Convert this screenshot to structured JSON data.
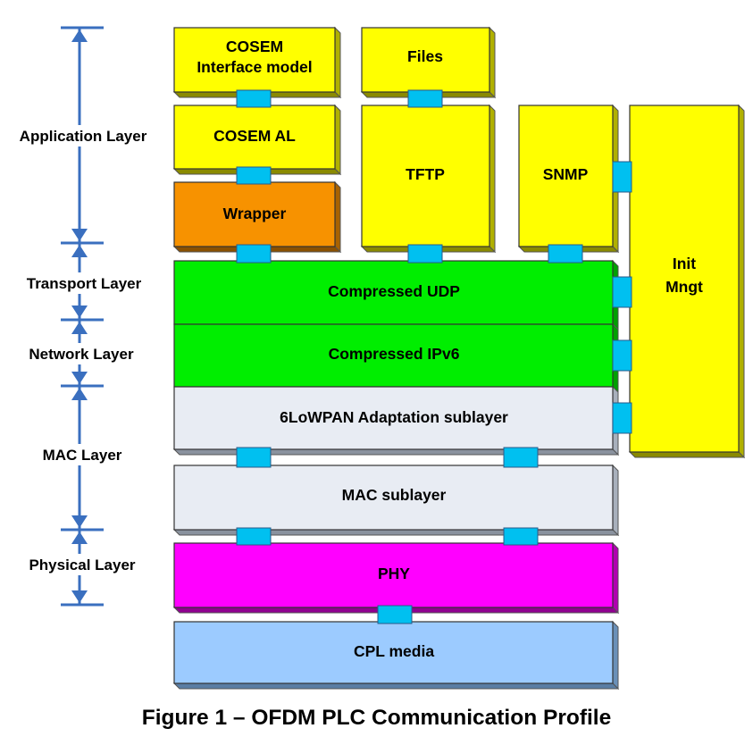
{
  "layers": {
    "application": "Application Layer",
    "transport": "Transport Layer",
    "network": "Network Layer",
    "mac": "MAC Layer",
    "physical": "Physical Layer"
  },
  "boxes": {
    "cosem_im_line1": "COSEM",
    "cosem_im_line2": "Interface model",
    "files": "Files",
    "cosem_al": "COSEM AL",
    "tftp": "TFTP",
    "snmp": "SNMP",
    "wrapper": "Wrapper",
    "init_line1": "Init",
    "init_line2": "Mngt",
    "udp": "Compressed UDP",
    "ipv6": "Compressed IPv6",
    "sixlowpan": "6LoWPAN Adaptation sublayer",
    "mac": "MAC sublayer",
    "phy": "PHY",
    "cpl": "CPL media"
  },
  "colors": {
    "yellow": "#ffff00",
    "orange": "#f79200",
    "green": "#00ee00",
    "light_gray": "#e8ecf3",
    "magenta": "#ff00ff",
    "light_blue": "#9ccbff",
    "connector": "#00c0f0",
    "arrow": "#3a6fbf"
  },
  "caption": "Figure 1 – OFDM PLC Communication Profile"
}
